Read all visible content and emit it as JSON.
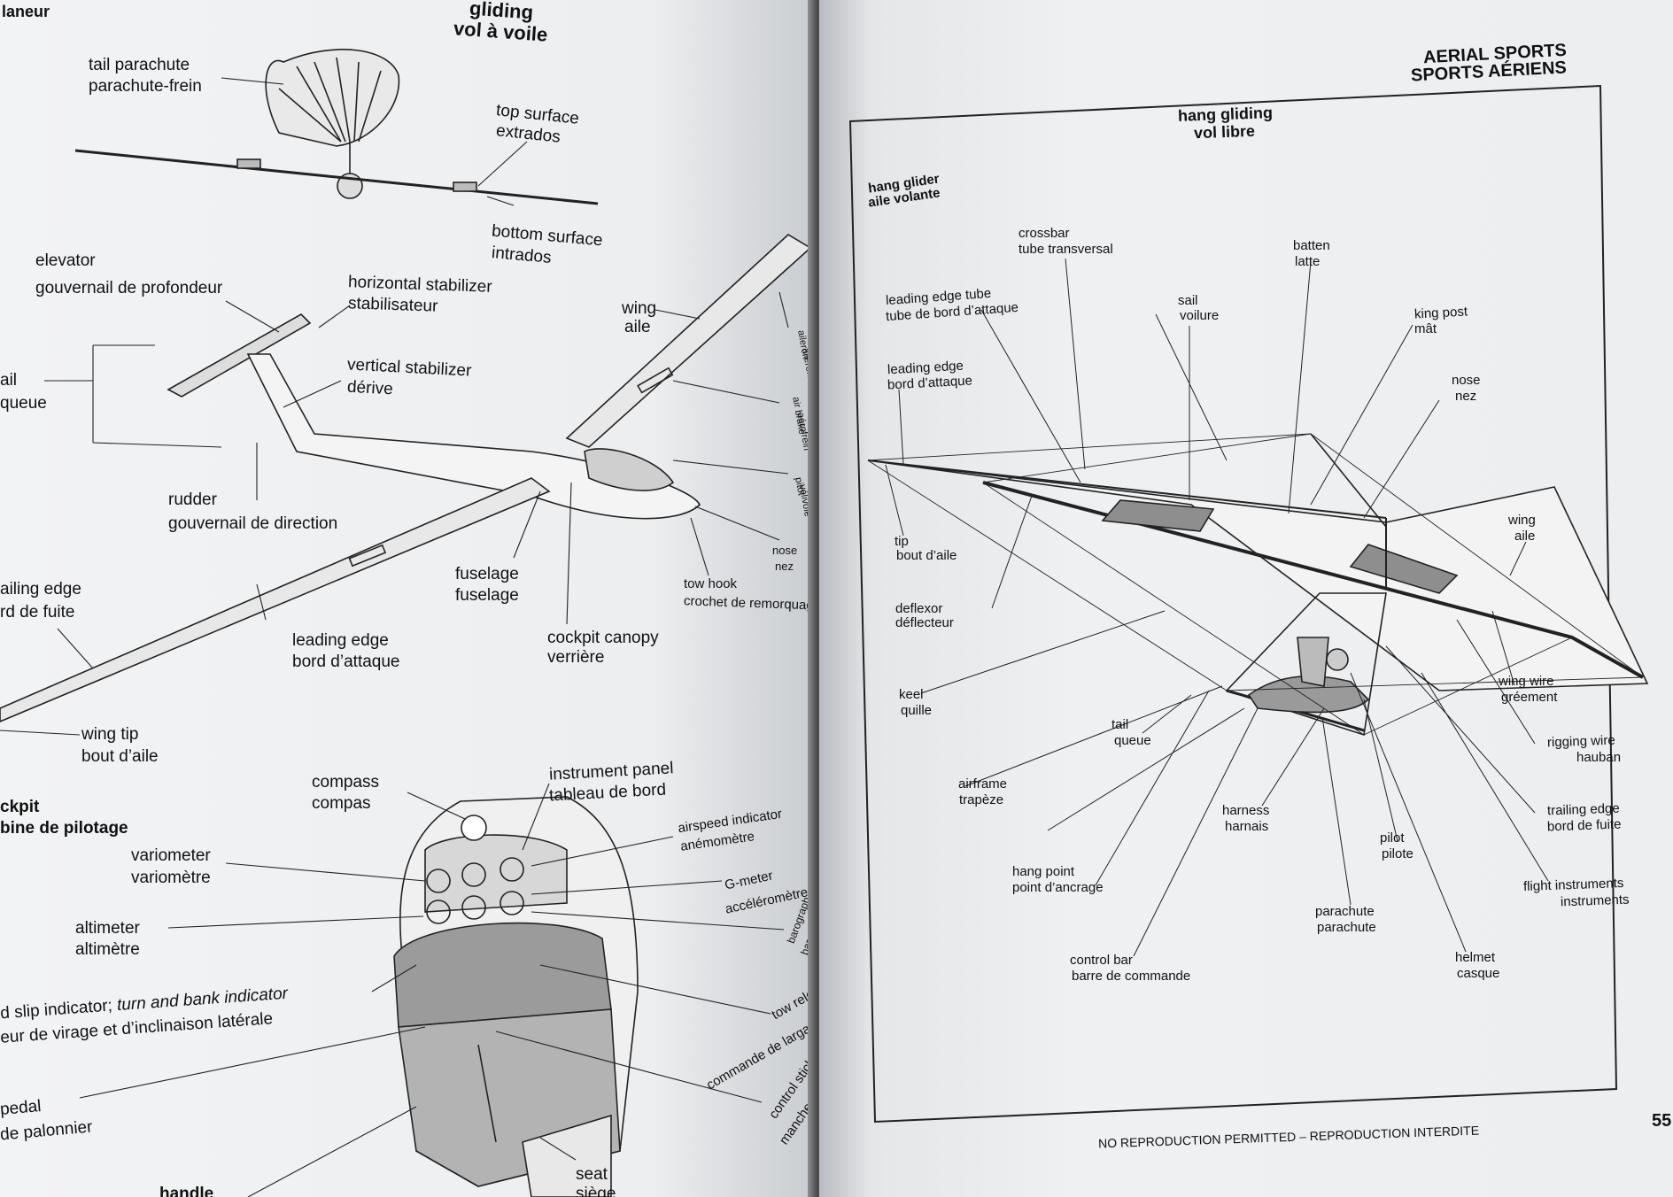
{
  "left_page": {
    "header_left": "laneur",
    "title_en": "gliding",
    "title_fr": "vol à voile",
    "labels": {
      "tail_parachute_en": "tail parachute",
      "tail_parachute_fr": "parachute-frein",
      "top_surface_en": "top surface",
      "top_surface_fr": "extrados",
      "bottom_surface_en": "bottom surface",
      "bottom_surface_fr": "intrados",
      "elevator_en": "elevator",
      "elevator_fr": "gouvernail de profondeur",
      "horizontal_stabilizer_en": "horizontal stabilizer",
      "horizontal_stabilizer_fr": "stabilisateur",
      "wing_en": "wing",
      "wing_fr": "aile",
      "aileron_en": "aileron",
      "aileron_fr": "aileron",
      "tail_en": "ail",
      "tail_fr": "queue",
      "vertical_stabilizer_en": "vertical stabilizer",
      "vertical_stabilizer_fr": "dérive",
      "air_brake_en": "air brake",
      "air_brake_fr": "aérofrein",
      "pitot_en": "pitot",
      "pitot_fr": "vélivole",
      "rudder_en": "rudder",
      "rudder_fr": "gouvernail de direction",
      "nose_en": "nose",
      "nose_fr": "nez",
      "tow_hook_en": "tow hook",
      "tow_hook_fr": "crochet de remorquage",
      "fuselage_en": "fuselage",
      "fuselage_fr": "fuselage",
      "trailing_edge_en": "ailing edge",
      "trailing_edge_fr": "rd de fuite",
      "leading_edge_en": "leading edge",
      "leading_edge_fr": "bord d’attaque",
      "cockpit_canopy_en": "cockpit canopy",
      "cockpit_canopy_fr": "verrière",
      "wing_tip_en": "wing tip",
      "wing_tip_fr": "bout d’aile",
      "cockpit_en": "ckpit",
      "cockpit_fr": "bine de pilotage",
      "compass_en": "compass",
      "compass_fr": "compas",
      "instrument_panel_en": "instrument panel",
      "instrument_panel_fr": "tableau de bord",
      "airspeed_en": "airspeed indicator",
      "airspeed_fr": "anémomètre",
      "variometer_en": "variometer",
      "variometer_fr": "variomètre",
      "gmeter_en": "G-meter",
      "gmeter_fr": "accéléromètre",
      "altimeter_en": "altimeter",
      "altimeter_fr": "altimètre",
      "barograph_en": "barograph",
      "barograph_fr": "barographe",
      "slip_en_a": "d slip indicator;",
      "slip_en_b": "turn and bank indicator",
      "slip_fr": "eur de virage et d’inclinaison latérale",
      "tow_release_en": "tow release knob",
      "tow_release_fr": "commande de largage du câble",
      "pedal_en": "pedal",
      "pedal_fr": "de palonnier",
      "control_stick_en": "control stick",
      "control_stick_fr": "manche à balai",
      "seat_en": "seat",
      "seat_fr": "siège",
      "handle_en": "handle"
    }
  },
  "right_page": {
    "section_en": "AERIAL SPORTS",
    "section_fr": "SPORTS AÉRIENS",
    "title_en": "hang gliding",
    "title_fr": "vol libre",
    "subtitle_en": "hang glider",
    "subtitle_fr": "aile volante",
    "labels": {
      "crossbar_en": "crossbar",
      "crossbar_fr": "tube transversal",
      "batten_en": "batten",
      "batten_fr": "latte",
      "leading_edge_tube_en": "leading edge tube",
      "leading_edge_tube_fr": "tube de bord d’attaque",
      "sail_en": "sail",
      "sail_fr": "voilure",
      "king_post_en": "king post",
      "king_post_fr": "mât",
      "leading_edge_en": "leading edge",
      "leading_edge_fr": "bord d’attaque",
      "nose_en": "nose",
      "nose_fr": "nez",
      "tip_en": "tip",
      "tip_fr": "bout d’aile",
      "wing_en": "wing",
      "wing_fr": "aile",
      "deflexor_en": "deflexor",
      "deflexor_fr": "déflecteur",
      "wing_wire_en": "wing wire",
      "wing_wire_fr": "gréement",
      "keel_en": "keel",
      "keel_fr": "quille",
      "tail_en": "tail",
      "tail_fr": "queue",
      "rigging_wire_en": "rigging wire",
      "rigging_wire_fr": "hauban",
      "airframe_en": "airframe",
      "airframe_fr": "trapèze",
      "harness_en": "harness",
      "harness_fr": "harnais",
      "trailing_edge_en": "trailing edge",
      "trailing_edge_fr": "bord de fuite",
      "pilot_en": "pilot",
      "pilot_fr": "pilote",
      "hang_point_en": "hang point",
      "hang_point_fr": "point d’ancrage",
      "flight_instruments_en": "flight instruments",
      "flight_instruments_fr": "instruments",
      "parachute_en": "parachute",
      "parachute_fr": "parachute",
      "control_bar_en": "control bar",
      "control_bar_fr": "barre de commande",
      "helmet_en": "helmet",
      "helmet_fr": "casque"
    },
    "footer": "NO REPRODUCTION PERMITTED – REPRODUCTION INTERDITE",
    "page_number": "55"
  }
}
